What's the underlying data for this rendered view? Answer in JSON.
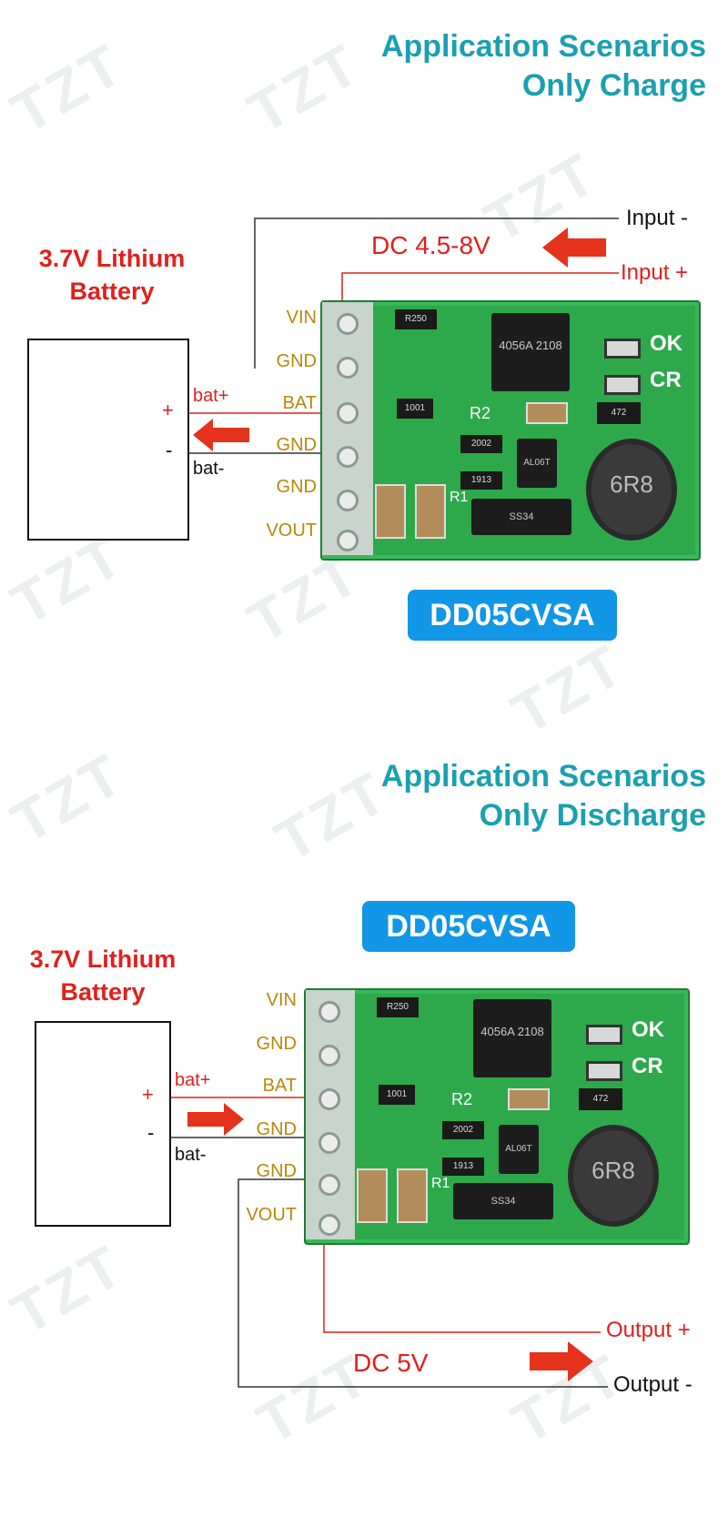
{
  "watermark": "TZT",
  "top": {
    "title_line1": "Application Scenarios",
    "title_line2": "Only Charge",
    "battery_line1": "3.7V Lithium",
    "battery_line2": "Battery",
    "plus": "+",
    "minus": "-",
    "bat_plus": "bat+",
    "bat_minus": "bat-",
    "input_minus": "Input -",
    "input_plus": "Input +",
    "voltage": "DC 4.5-8V",
    "model": "DD05CVSA"
  },
  "bottom": {
    "title_line1": "Application Scenarios",
    "title_line2": "Only Discharge",
    "battery_line1": "3.7V Lithium",
    "battery_line2": "Battery",
    "plus": "+",
    "minus": "-",
    "bat_plus": "bat+",
    "bat_minus": "bat-",
    "output_plus": "Output +",
    "output_minus": "Output -",
    "voltage": "DC 5V",
    "model": "DD05CVSA"
  },
  "pins": [
    "VIN",
    "GND",
    "BAT",
    "GND",
    "GND",
    "VOUT"
  ],
  "board": {
    "chip": "4056A 2108",
    "r250": "R250",
    "r1001": "1001",
    "r2": "R2",
    "r2002": "2002",
    "r1913": "1913",
    "r1": "R1",
    "al": "AL06T",
    "diode": "SS34",
    "r472": "472",
    "inductor": "6R8",
    "ok": "OK",
    "cr": "CR"
  },
  "colors": {
    "accent_title": "#1aa0b0",
    "label_red": "#e0201c",
    "badge_blue": "#1296e6",
    "pcb_green": "#2da94c",
    "pin_gold": "#b8860b"
  }
}
